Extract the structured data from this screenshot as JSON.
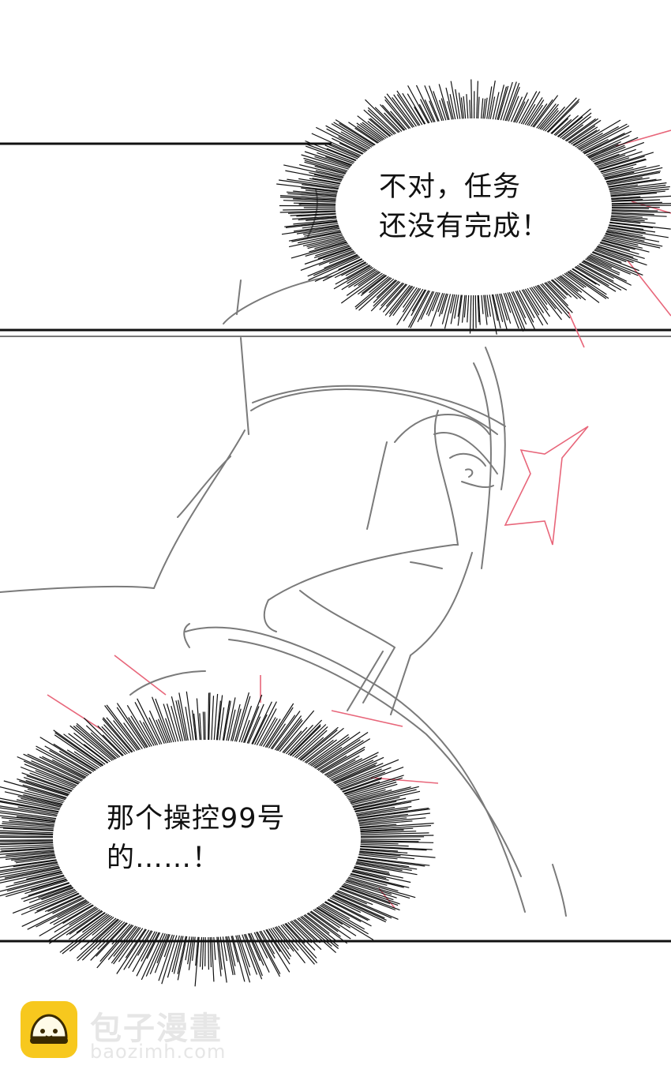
{
  "speech": {
    "top": {
      "line1": "不对，任务",
      "line2": "还没有完成！"
    },
    "bottom": {
      "line1": "那个操控99号",
      "line2": "的……！"
    }
  },
  "watermark": {
    "name": "包子漫畫",
    "url": "baozimh.com"
  },
  "colors": {
    "ink": "#111111",
    "sketch": "#7a7a7a",
    "accent": "#e8667a",
    "logo": "#f7c81e"
  }
}
